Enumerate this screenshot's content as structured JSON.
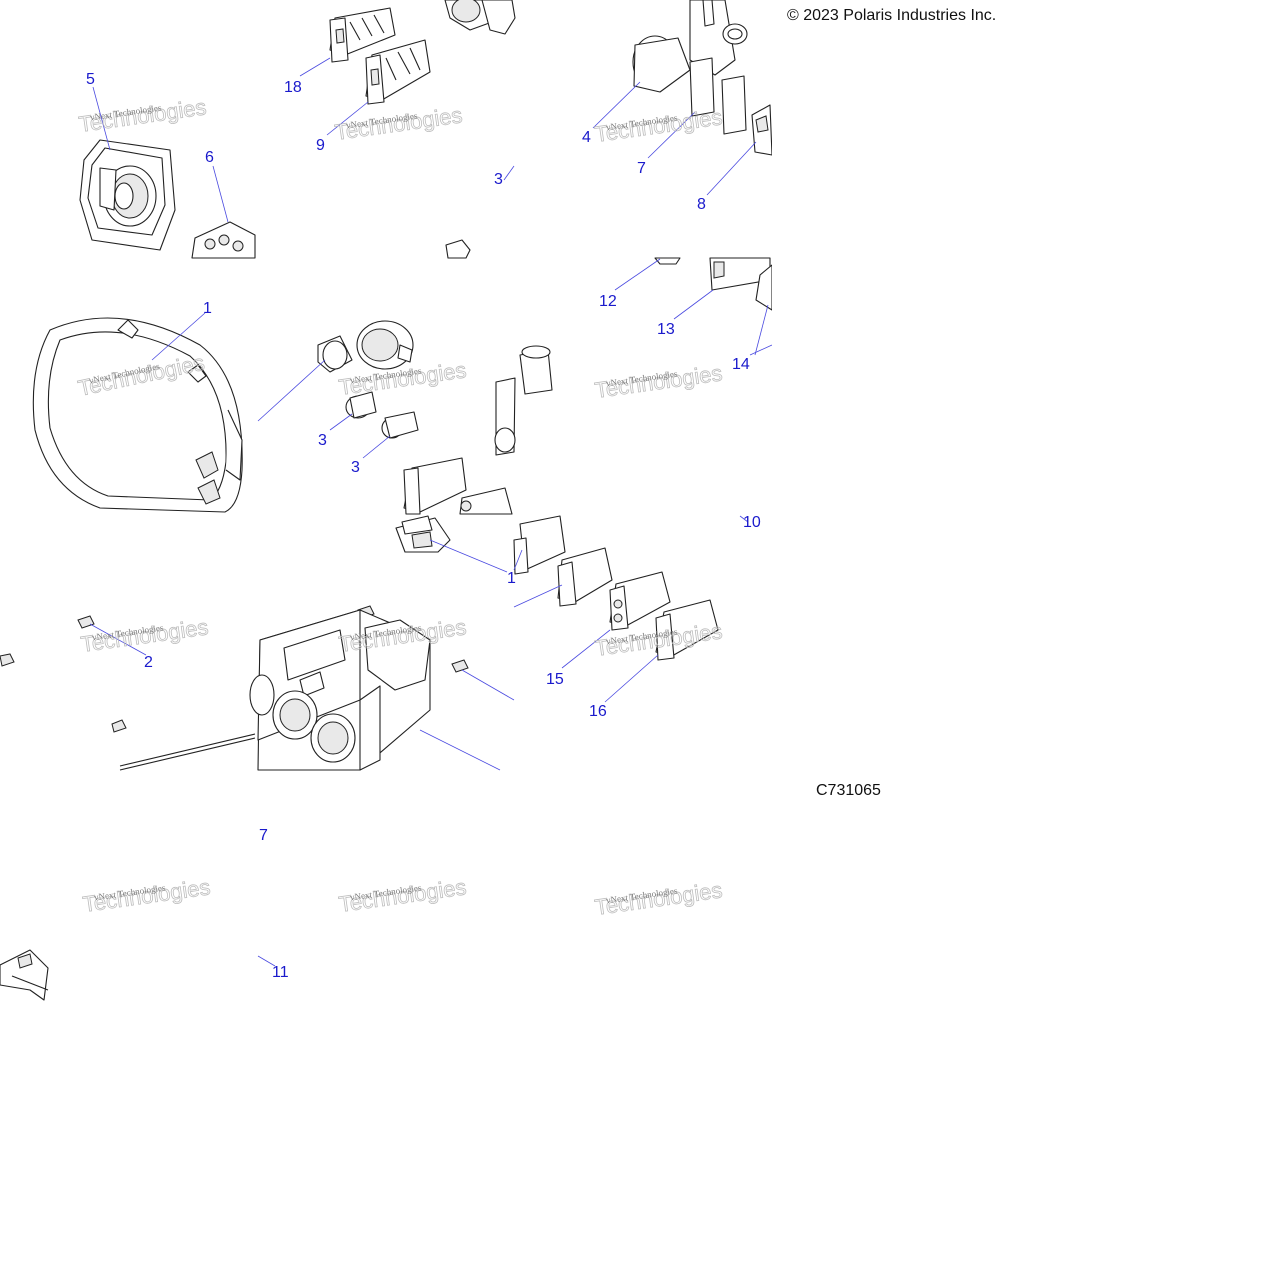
{
  "copyright": "© 2023 Polaris Industries Inc.",
  "drawing_number": "C731065",
  "watermark": {
    "line1": "vNext Technologies",
    "line2": "Technologies"
  },
  "callouts": [
    "5",
    "18",
    "9",
    "6",
    "3",
    "4",
    "7",
    "8",
    "1",
    "12",
    "13",
    "14",
    "3",
    "3",
    "10",
    "1",
    "2",
    "15",
    "16",
    "7",
    "11"
  ],
  "colors": {
    "callout": "#1a1acc",
    "leader": "#4a4ae0",
    "line_art": "#222222"
  }
}
